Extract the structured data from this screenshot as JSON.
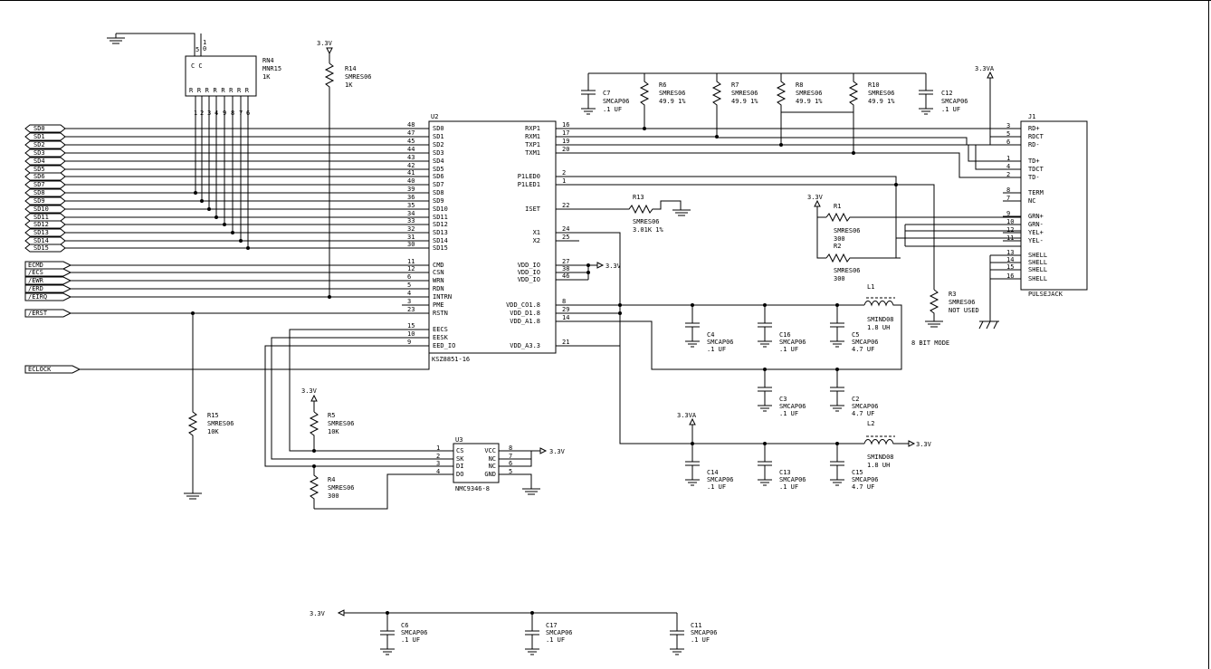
{
  "ic_u2": {
    "ref": "U2",
    "part": "KSZ8851-16",
    "left_pins": [
      [
        "48",
        "SD0"
      ],
      [
        "47",
        "SD1"
      ],
      [
        "45",
        "SD2"
      ],
      [
        "44",
        "SD3"
      ],
      [
        "43",
        "SD4"
      ],
      [
        "42",
        "SD5"
      ],
      [
        "41",
        "SD6"
      ],
      [
        "40",
        "SD7"
      ],
      [
        "39",
        "SD8"
      ],
      [
        "36",
        "SD9"
      ],
      [
        "35",
        "SD10"
      ],
      [
        "34",
        "SD11"
      ],
      [
        "33",
        "SD12"
      ],
      [
        "32",
        "SD13"
      ],
      [
        "31",
        "SD14"
      ],
      [
        "30",
        "SD15"
      ],
      [
        "11",
        "CMD"
      ],
      [
        "12",
        "CSN"
      ],
      [
        "6",
        "WRN"
      ],
      [
        "5",
        "RDN"
      ],
      [
        "4",
        "INTRN"
      ],
      [
        "3",
        "PME"
      ],
      [
        "23",
        "RSTN"
      ],
      [
        "15",
        "EECS"
      ],
      [
        "10",
        "EESK"
      ],
      [
        "9",
        "EED_IO"
      ]
    ],
    "right_pins": [
      [
        "16",
        "RXP1"
      ],
      [
        "17",
        "RXM1"
      ],
      [
        "19",
        "TXP1"
      ],
      [
        "20",
        "TXM1"
      ],
      [
        "2",
        "P1LED0"
      ],
      [
        "1",
        "P1LED1"
      ],
      [
        "22",
        "ISET"
      ],
      [
        "24",
        "X1"
      ],
      [
        "25",
        "X2"
      ],
      [
        "27",
        "VDD_IO"
      ],
      [
        "38",
        "VDD_IO"
      ],
      [
        "46",
        "VDD_IO"
      ],
      [
        "8",
        "VDD_CO1.8"
      ],
      [
        "29",
        "VDD_D1.8"
      ],
      [
        "14",
        "VDD_A1.8"
      ],
      [
        "21",
        "VDD_A3.3"
      ]
    ]
  },
  "bus_ports": [
    "SD0",
    "SD1",
    "SD2",
    "SD3",
    "SD4",
    "SD5",
    "SD6",
    "SD7",
    "SD8",
    "SD9",
    "SD10",
    "SD11",
    "SD12",
    "SD13",
    "SD14",
    "SD15"
  ],
  "ctrl_ports": [
    "ECMD",
    "/ECS",
    "/EWR",
    "/ERD",
    "/EIRQ",
    "/ERST",
    "ECLOCK"
  ],
  "rn4": {
    "ref": "RN4",
    "part": "MNR15",
    "value": "1K",
    "top_pins": [
      "5",
      "10"
    ],
    "top_letters": "C C",
    "r_letters": "R R R R R R R R",
    "bottom_pins": [
      "1",
      "2",
      "3",
      "4",
      "9",
      "8",
      "7",
      "6"
    ]
  },
  "j1": {
    "ref": "J1",
    "part": "PULSEJACK",
    "pins": [
      [
        "3",
        "RD+"
      ],
      [
        "5",
        "RDCT"
      ],
      [
        "6",
        "RD-"
      ],
      [
        "1",
        "TD+"
      ],
      [
        "4",
        "TDCT"
      ],
      [
        "2",
        "TD-"
      ],
      [
        "8",
        "TERM"
      ],
      [
        "7",
        "NC"
      ],
      [
        "9",
        "GRN+"
      ],
      [
        "10",
        "GRN-"
      ],
      [
        "12",
        "YEL+"
      ],
      [
        "11",
        "YEL-"
      ],
      [
        "13",
        "SHELL"
      ],
      [
        "14",
        "SHELL"
      ],
      [
        "15",
        "SHELL"
      ],
      [
        "16",
        "SHELL"
      ]
    ]
  },
  "u3": {
    "ref": "U3",
    "part": "NMC9346-8",
    "left": [
      [
        "1",
        "CS"
      ],
      [
        "2",
        "SK"
      ],
      [
        "3",
        "DI"
      ],
      [
        "4",
        "DO"
      ]
    ],
    "right": [
      [
        "8",
        "VCC"
      ],
      [
        "7",
        "NC"
      ],
      [
        "6",
        "NC"
      ],
      [
        "5",
        "GND"
      ]
    ]
  },
  "parts": {
    "r14": {
      "ref": "R14",
      "part": "SMRES06",
      "value": "1K"
    },
    "r6": {
      "ref": "R6",
      "part": "SMRES06",
      "value": "49.9 1%"
    },
    "r7": {
      "ref": "R7",
      "part": "SMRES06",
      "value": "49.9 1%"
    },
    "r8": {
      "ref": "R8",
      "part": "SMRES06",
      "value": "49.9 1%"
    },
    "r10": {
      "ref": "R10",
      "part": "SMRES06",
      "value": "49.9 1%"
    },
    "c7": {
      "ref": "C7",
      "part": "SMCAP06",
      "value": ".1 UF"
    },
    "c12": {
      "ref": "C12",
      "part": "SMCAP06",
      "value": ".1 UF"
    },
    "r13": {
      "ref": "R13",
      "part": "SMRES06",
      "value": "3.01K 1%"
    },
    "r1": {
      "ref": "R1",
      "part": "SMRES06",
      "value": "300"
    },
    "r2": {
      "ref": "R2",
      "part": "SMRES06",
      "value": "300"
    },
    "r3": {
      "ref": "R3",
      "part": "SMRES06",
      "value": "NOT USED"
    },
    "r15": {
      "ref": "R15",
      "part": "SMRES06",
      "value": "10K"
    },
    "r5": {
      "ref": "R5",
      "part": "SMRES06",
      "value": "10K"
    },
    "r4": {
      "ref": "R4",
      "part": "SMRES06",
      "value": "300"
    },
    "l1": {
      "ref": "L1",
      "part": "SMIND08",
      "value": "1.8 UH"
    },
    "l2": {
      "ref": "L2",
      "part": "SMIND08",
      "value": "1.8 UH"
    },
    "c4": {
      "ref": "C4",
      "part": "SMCAP06",
      "value": ".1 UF"
    },
    "c16": {
      "ref": "C16",
      "part": "SMCAP06",
      "value": ".1 UF"
    },
    "c5": {
      "ref": "C5",
      "part": "SMCAP06",
      "value": "4.7 UF"
    },
    "c3": {
      "ref": "C3",
      "part": "SMCAP06",
      "value": ".1 UF"
    },
    "c2": {
      "ref": "C2",
      "part": "SMCAP06",
      "value": "4.7 UF"
    },
    "c14": {
      "ref": "C14",
      "part": "SMCAP06",
      "value": ".1 UF"
    },
    "c13": {
      "ref": "C13",
      "part": "SMCAP06",
      "value": ".1 UF"
    },
    "c15": {
      "ref": "C15",
      "part": "SMCAP06",
      "value": "4.7 UF"
    },
    "c6": {
      "ref": "C6",
      "part": "SMCAP06",
      "value": ".1 UF"
    },
    "c17": {
      "ref": "C17",
      "part": "SMCAP06",
      "value": ".1 UF"
    },
    "c11": {
      "ref": "C11",
      "part": "SMCAP06",
      "value": ".1 UF"
    }
  },
  "labels": {
    "v33": "3.3V",
    "v33a": "3.3VA",
    "bit_mode": "8 BIT MODE"
  }
}
